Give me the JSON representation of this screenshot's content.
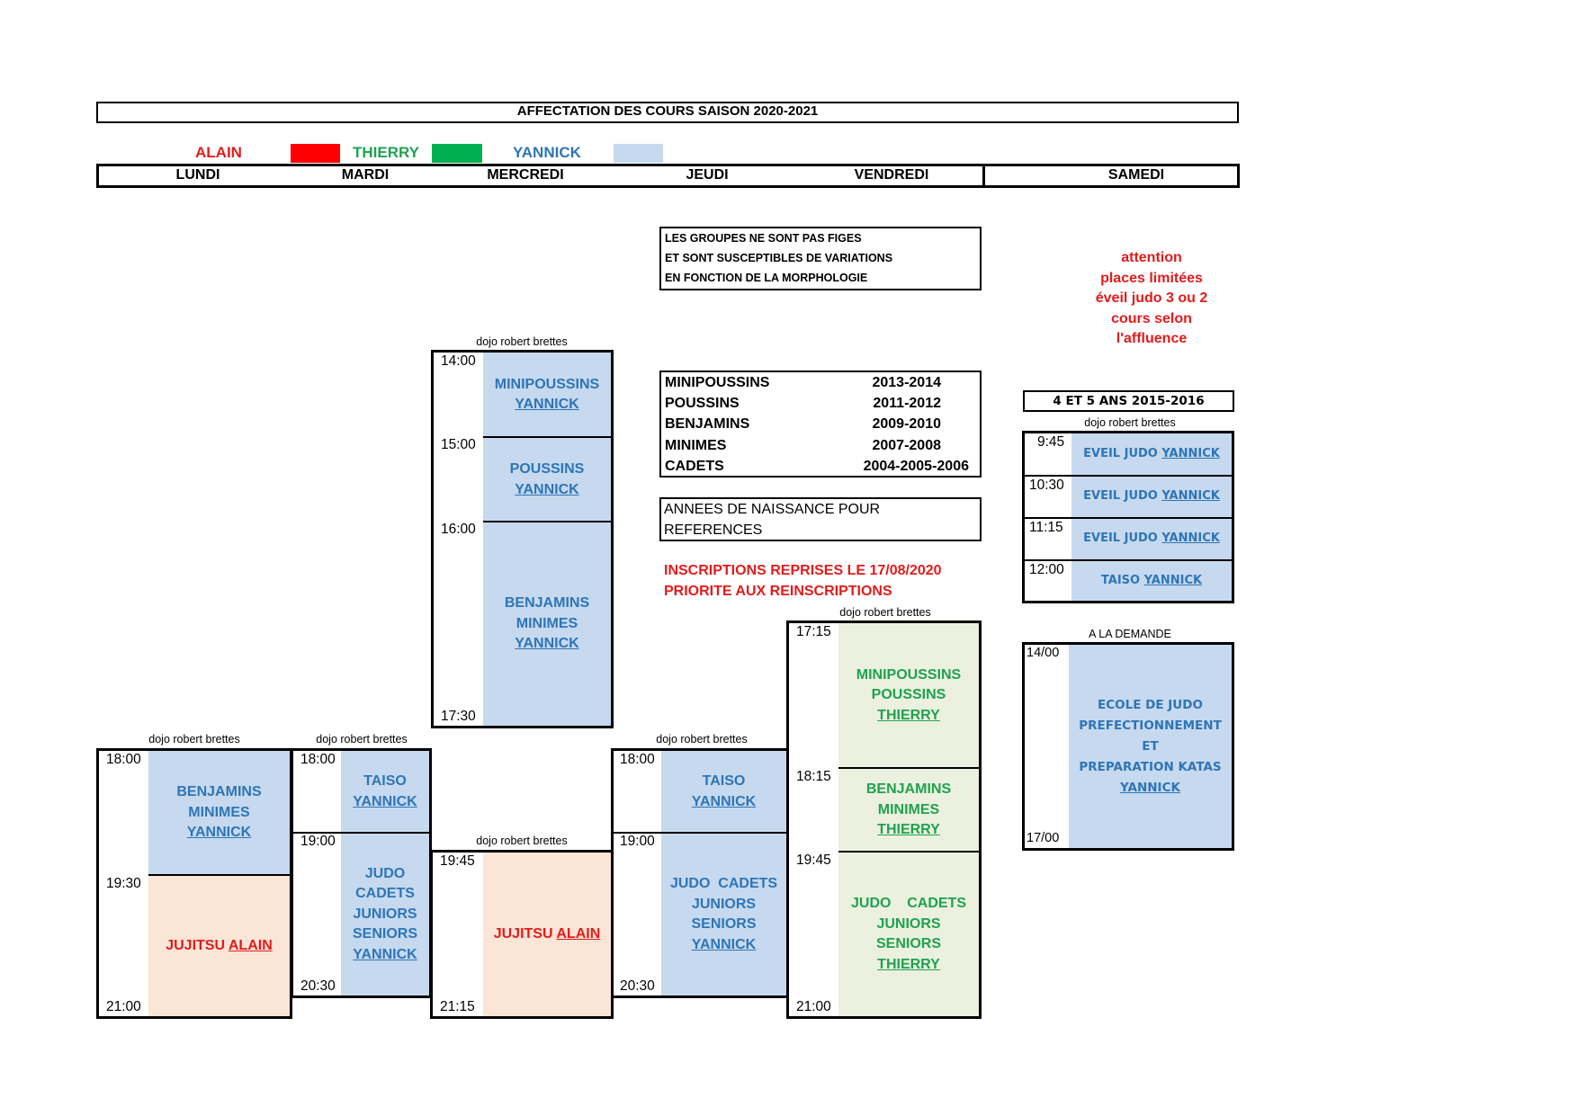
{
  "title": "AFFECTATION DES COURS SAISON 2020-2021",
  "legend": [
    {
      "name": "ALAIN",
      "color": "#ff0000"
    },
    {
      "name": "THIERRY",
      "color": "#00b050"
    },
    {
      "name": "YANNICK",
      "color": "#c6d9ef"
    }
  ],
  "days": [
    "LUNDI",
    "MARDI",
    "MERCREDI",
    "JEUDI",
    "VENDREDI",
    "SAMEDI"
  ],
  "note": [
    "LES GROUPES NE SONT PAS FIGES",
    "ET SONT SUSCEPTIBLES DE VARIATIONS",
    "EN FONCTION DE LA MORPHOLOGIE"
  ],
  "attention": [
    "attention",
    "places limitées",
    "éveil judo 3 ou 2",
    "cours selon",
    "l'affluence"
  ],
  "groups": [
    {
      "name": "MINIPOUSSINS",
      "years": "2013-2014"
    },
    {
      "name": "POUSSINS",
      "years": "2011-2012"
    },
    {
      "name": "BENJAMINS",
      "years": "2009-2010"
    },
    {
      "name": "MINIMES",
      "years": "2007-2008"
    },
    {
      "name": "CADETS",
      "years": "2004-2005-2006"
    }
  ],
  "annees": [
    "ANNEES DE NAISSANCE POUR",
    "REFERENCES"
  ],
  "inscriptions": [
    "INSCRIPTIONS REPRISES LE 17/08/2020",
    "PRIORITE AUX REINSCRIPTIONS"
  ],
  "dojo": "dojo robert brettes",
  "a_la_demande": "A LA DEMANDE",
  "age_box": "4 ET 5 ANS 2015-2016",
  "mercredi_pm": {
    "times": [
      "14:00",
      "15:00",
      "16:00",
      "17:30"
    ],
    "c1": [
      "MINIPOUSSINS"
    ],
    "c2": [
      "POUSSINS"
    ],
    "c3": [
      "BENJAMINS",
      "MINIMES"
    ],
    "coach": "YANNICK"
  },
  "lundi": {
    "times": [
      "18:00",
      "19:30",
      "21:00"
    ],
    "c1": [
      "BENJAMINS",
      "MINIMES"
    ],
    "c1_coach": "YANNICK",
    "c2": "JUJITSU",
    "c2_coach": "ALAIN"
  },
  "mardi": {
    "times": [
      "18:00",
      "19:00",
      "20:30"
    ],
    "c1": "TAISO",
    "c1_coach": "YANNICK",
    "c2": [
      "JUDO",
      "CADETS",
      "JUNIORS",
      "SENIORS"
    ],
    "c2_coach": "YANNICK"
  },
  "mercredi_soir": {
    "times": [
      "19:45",
      "21:15"
    ],
    "c1": "JUJITSU",
    "c1_coach": "ALAIN"
  },
  "jeudi": {
    "times": [
      "18:00",
      "19:00",
      "20:30"
    ],
    "c1": "TAISO",
    "c1_coach": "YANNICK",
    "c2": [
      "JUDO  CADETS",
      "JUNIORS",
      "SENIORS"
    ],
    "c2_coach": "YANNICK"
  },
  "vendredi": {
    "times": [
      "17:15",
      "18:15",
      "19:45",
      "21:00"
    ],
    "c1": [
      "MINIPOUSSINS",
      "POUSSINS"
    ],
    "c2": [
      "BENJAMINS",
      "MINIMES"
    ],
    "c3": [
      "JUDO    CADETS",
      "JUNIORS",
      "SENIORS"
    ],
    "coach": "THIERRY"
  },
  "samedi_matin": {
    "times": [
      "9:45",
      "10:30",
      "11:15",
      "12:00"
    ],
    "rows": [
      "EVEIL JUDO",
      "EVEIL JUDO",
      "EVEIL JUDO",
      "TAISO"
    ],
    "coach": "YANNICK"
  },
  "samedi_pm": {
    "times": [
      "14/00",
      "17/00"
    ],
    "lines": [
      "ECOLE DE JUDO",
      "PREFECTIONNEMENT ET",
      "PREPARATION KATAS"
    ],
    "coach": "YANNICK"
  }
}
